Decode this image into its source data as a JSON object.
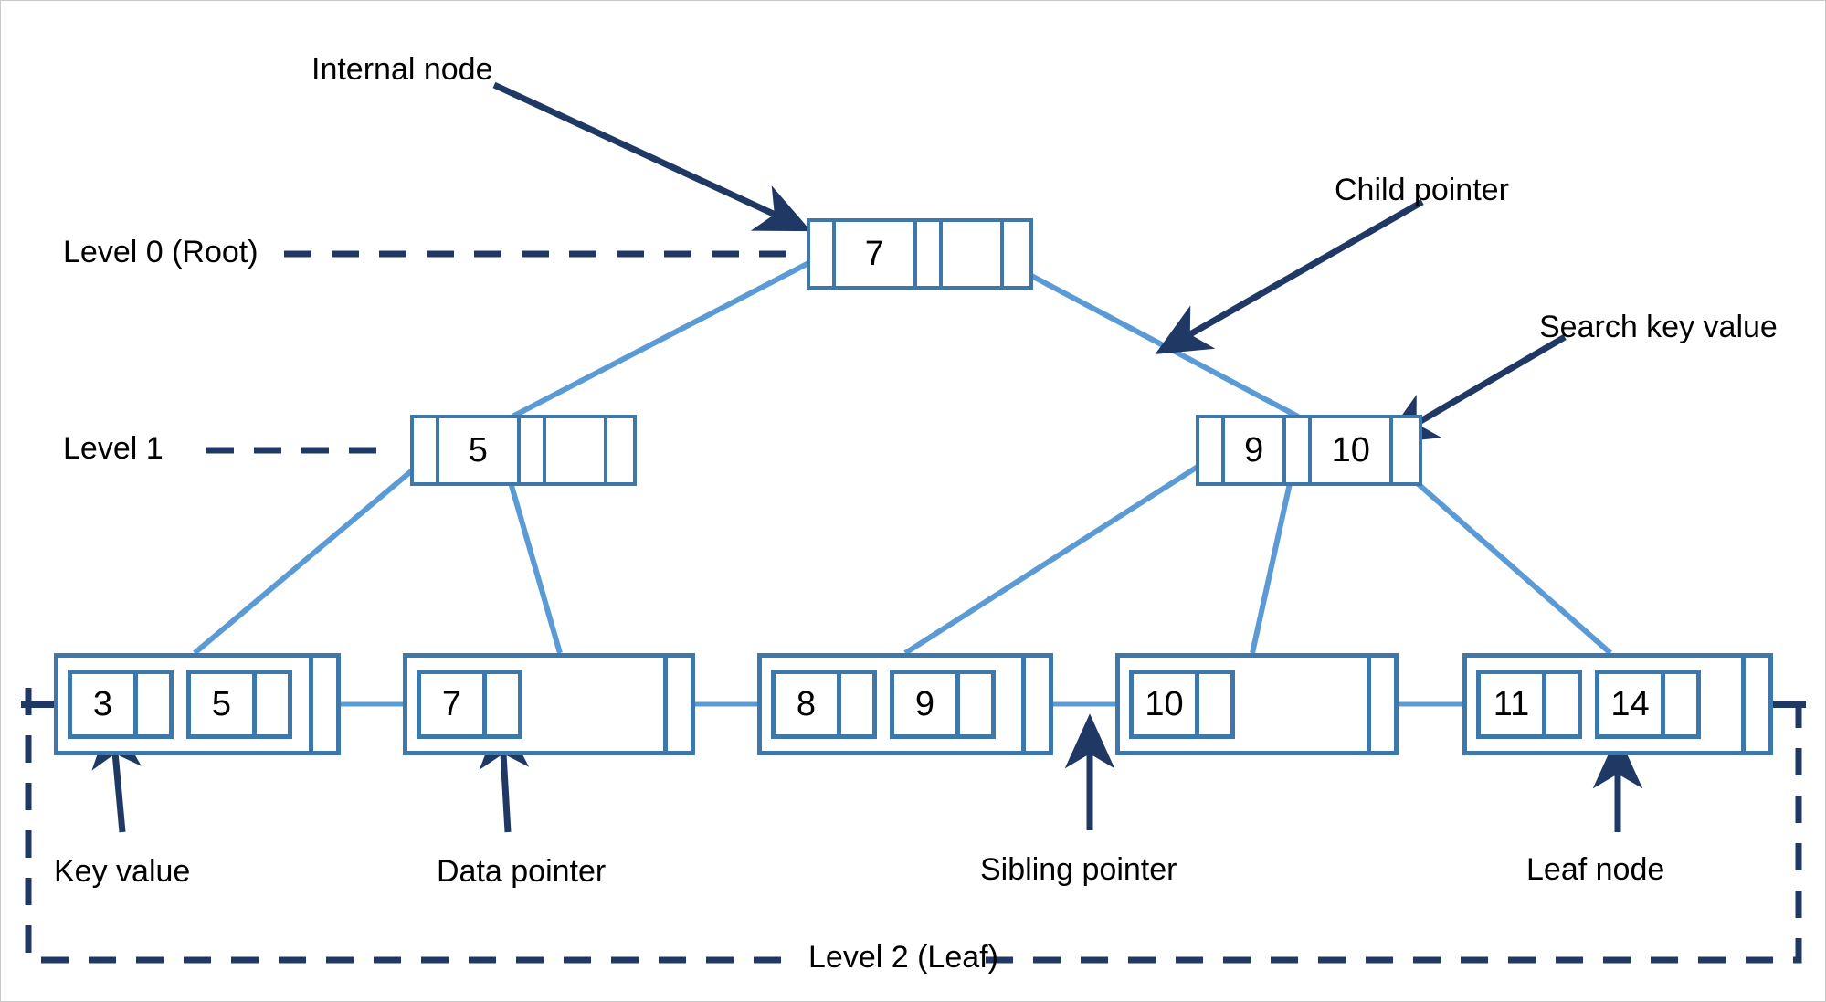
{
  "diagram": {
    "title": "B+ Tree structure diagram",
    "colors": {
      "node_border": "#3e77a9",
      "connector": "#5b9bd5",
      "annotation": "#1f3864",
      "level_line": "#1f3864",
      "text": "#000000",
      "background": "#ffffff",
      "frame": "#c9c9c9"
    }
  },
  "levels": [
    {
      "id": "level0",
      "label": "Level 0 (Root)"
    },
    {
      "id": "level1",
      "label": "Level 1"
    },
    {
      "id": "level2",
      "label": "Level 2 (Leaf)"
    }
  ],
  "annotations": [
    {
      "id": "internal-node",
      "label": "Internal node"
    },
    {
      "id": "child-pointer",
      "label": "Child pointer"
    },
    {
      "id": "search-key-value",
      "label": "Search key value"
    },
    {
      "id": "key-value",
      "label": "Key value"
    },
    {
      "id": "data-pointer",
      "label": "Data pointer"
    },
    {
      "id": "sibling-pointer",
      "label": "Sibling pointer"
    },
    {
      "id": "leaf-node",
      "label": "Leaf node"
    }
  ],
  "tree": {
    "root": {
      "id": "root-node",
      "keys": [
        "7",
        ""
      ],
      "pointer_count": 3
    },
    "internal": [
      {
        "id": "internal-node-left",
        "keys": [
          "5",
          ""
        ],
        "pointer_count": 3
      },
      {
        "id": "internal-node-right",
        "keys": [
          "9",
          "10"
        ],
        "pointer_count": 3
      }
    ],
    "leaves": [
      {
        "id": "leaf-1",
        "keys": [
          "3",
          "5"
        ]
      },
      {
        "id": "leaf-2",
        "keys": [
          "7"
        ]
      },
      {
        "id": "leaf-3",
        "keys": [
          "8",
          "9"
        ]
      },
      {
        "id": "leaf-4",
        "keys": [
          "10"
        ]
      },
      {
        "id": "leaf-5",
        "keys": [
          "11",
          "14"
        ]
      }
    ]
  }
}
